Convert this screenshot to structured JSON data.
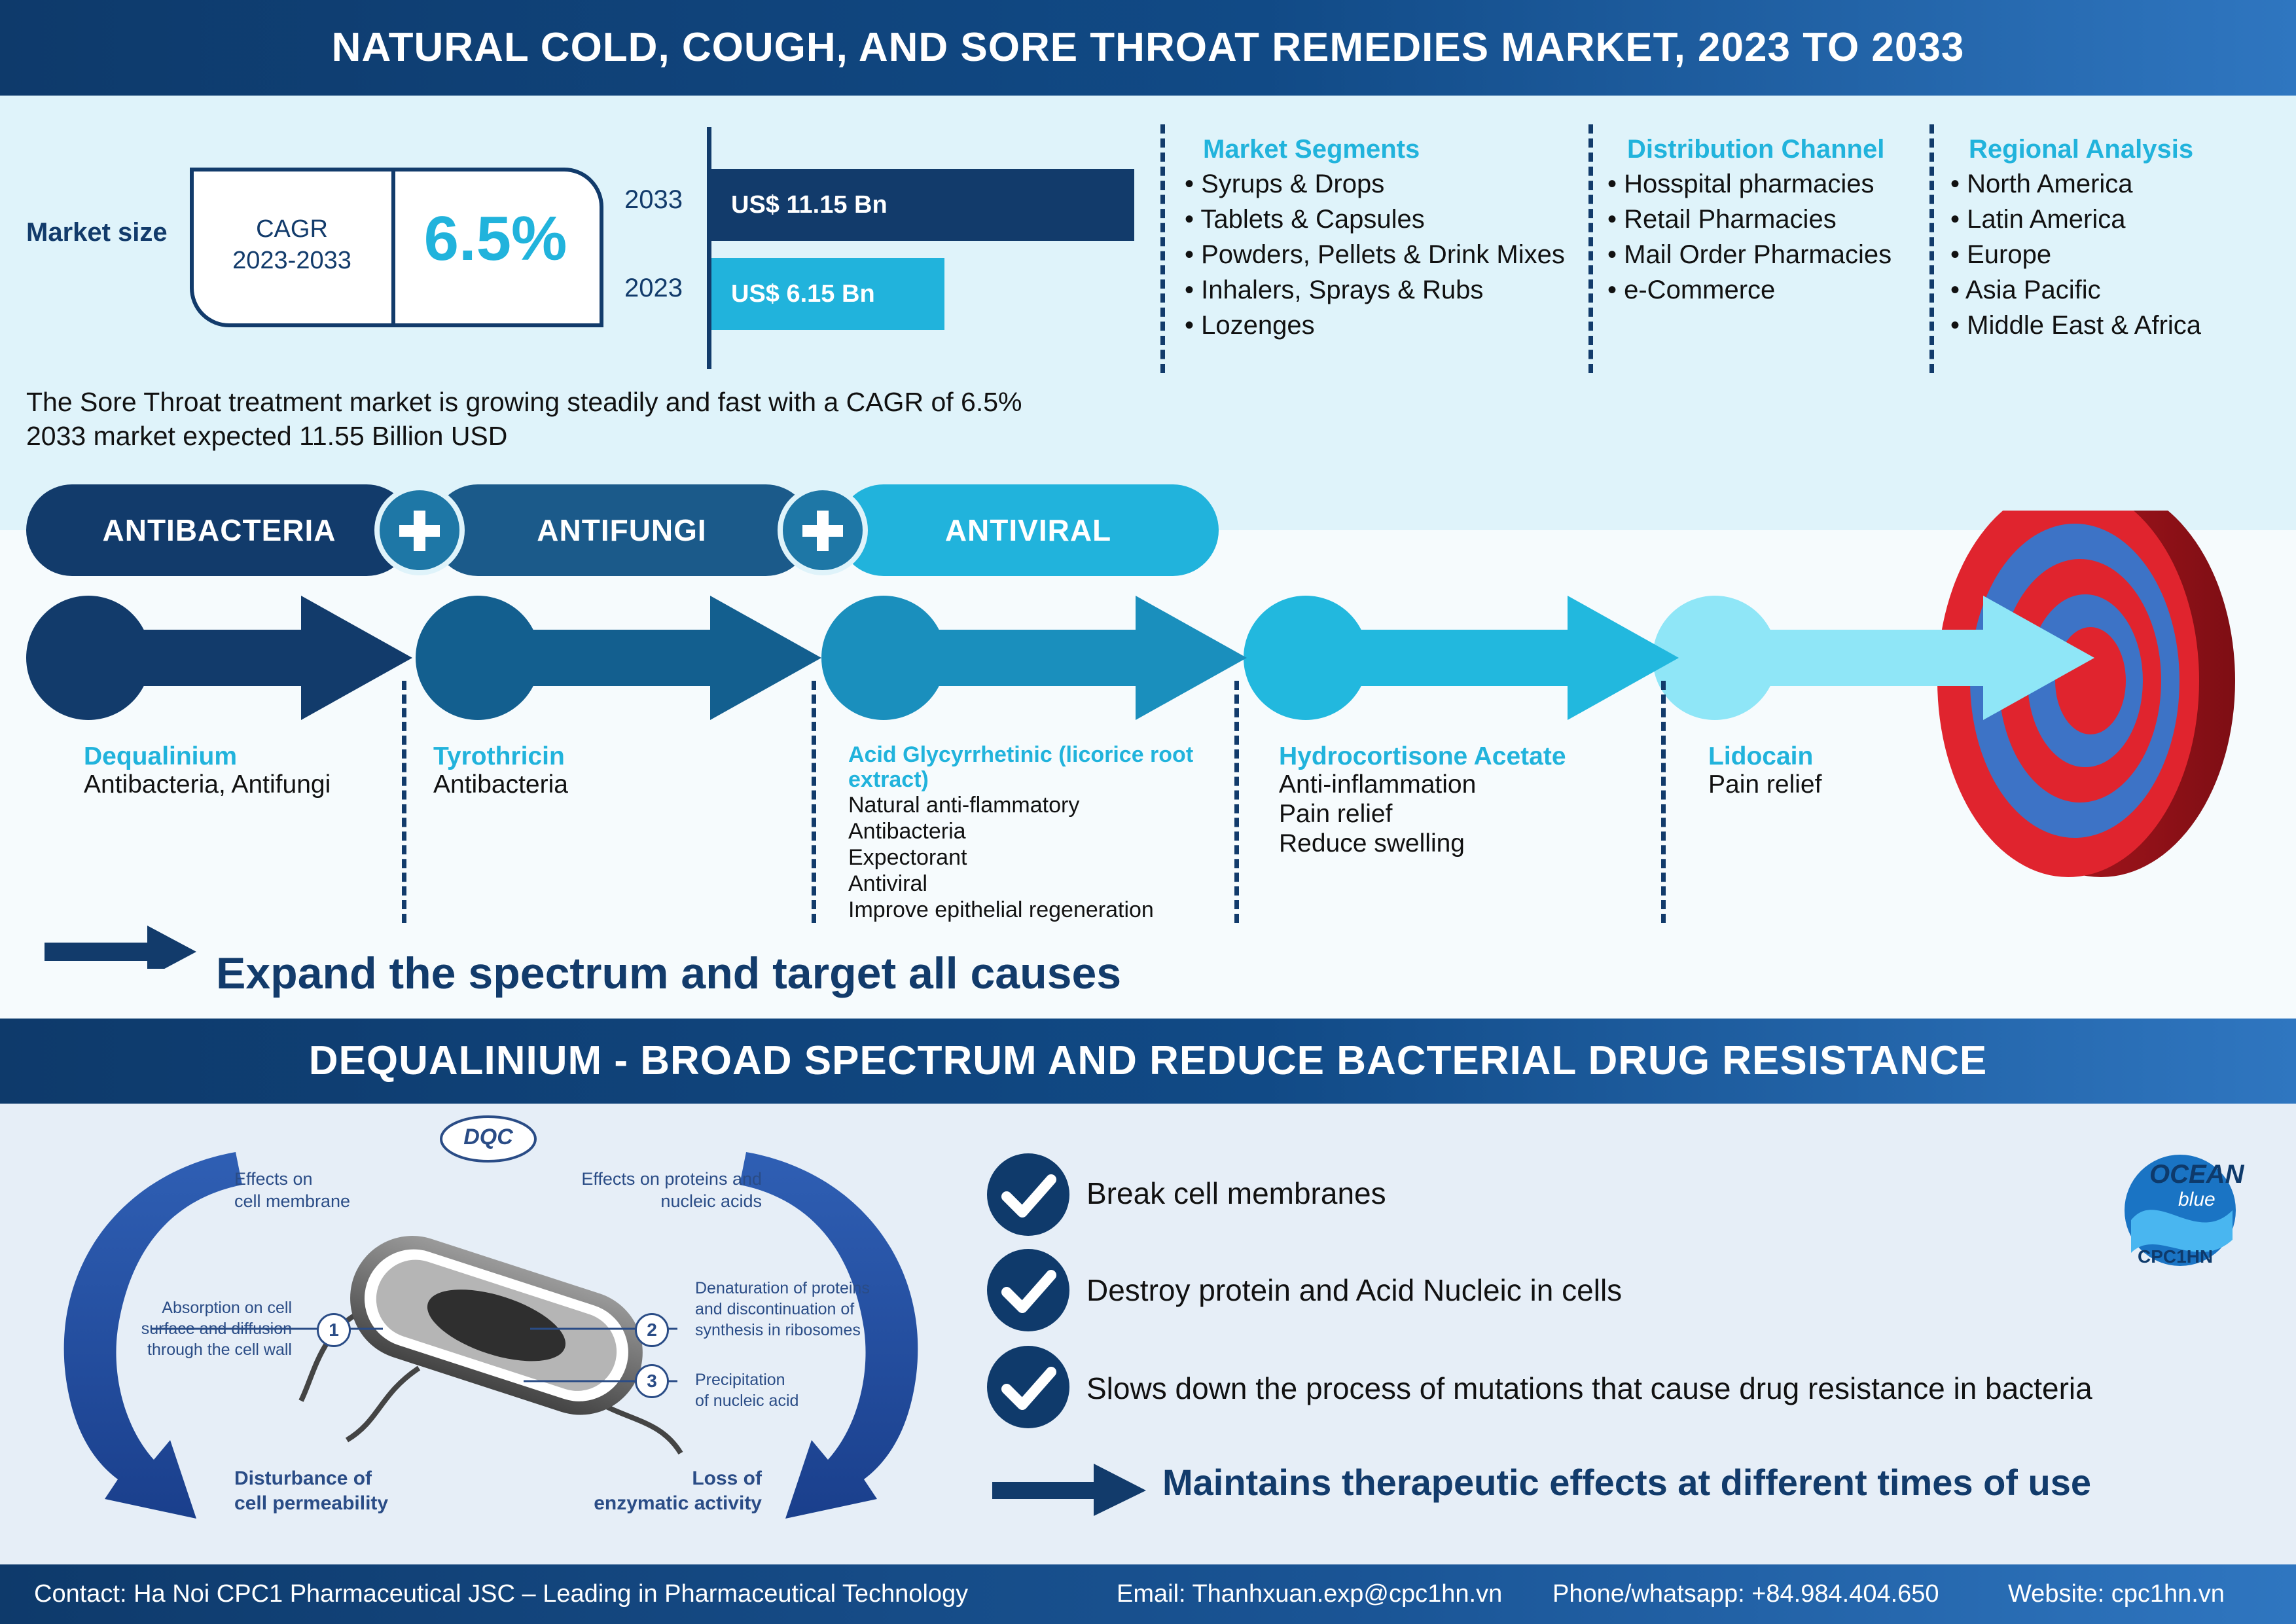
{
  "header": {
    "title": "NATURAL COLD, COUGH, AND SORE THROAT REMEDIES MARKET, 2023 TO 2033"
  },
  "market": {
    "label": "Market size",
    "cagr_label_line1": "CAGR",
    "cagr_label_line2": "2023-2033",
    "cagr_value": "6.5%",
    "bars": [
      {
        "year": "2033",
        "value": "US$ 11.15 Bn",
        "amount": 11.15
      },
      {
        "year": "2023",
        "value": "US$ 6.15 Bn",
        "amount": 6.15
      }
    ]
  },
  "segments": {
    "title": "Market Segments",
    "items": [
      "• Syrups & Drops",
      "• Tablets & Capsules",
      "• Powders, Pellets & Drink Mixes",
      "• Inhalers, Sprays & Rubs",
      "• Lozenges"
    ]
  },
  "distribution": {
    "title": "Distribution Channel",
    "items": [
      "• Hosspital pharmacies",
      "• Retail Pharmacies",
      "• Mail Order Pharmacies",
      "• e-Commerce"
    ]
  },
  "regional": {
    "title": "Regional Analysis",
    "items": [
      "• North America",
      "• Latin America",
      "• Europe",
      "• Asia Pacific",
      "• Middle East & Africa"
    ]
  },
  "description": {
    "line1": "The Sore Throat treatment market is growing steadily and fast with a CAGR of 6.5%",
    "line2": "2033 market expected 11.55 Billion USD"
  },
  "categories": [
    "ANTIBACTERIA",
    "ANTIFUNGI",
    "ANTIVIRAL"
  ],
  "ingredients": [
    {
      "name": "Dequalinium",
      "effects": [
        "Antibacteria, Antifungi"
      ]
    },
    {
      "name": "Tyrothricin",
      "effects": [
        "Antibacteria"
      ]
    },
    {
      "name_line1": "Acid Glycyrrhetinic (licorice root",
      "name_line2": "extract)",
      "effects": [
        "Natural anti-flammatory",
        "Antibacteria",
        "Expectorant",
        "Antiviral",
        "Improve epithelial regeneration"
      ]
    },
    {
      "name": "Hydrocortisone Acetate",
      "effects": [
        "Anti-inflammation",
        "Pain relief",
        "Reduce swelling"
      ]
    },
    {
      "name": "Lidocain",
      "effects": [
        "Pain relief"
      ]
    }
  ],
  "expand_text": "Expand the spectrum and target all causes",
  "section2": {
    "title": "DEQUALINIUM - BROAD SPECTRUM AND REDUCE BACTERIAL DRUG RESISTANCE"
  },
  "diagram": {
    "logo": "DQC",
    "top_left": [
      "Effects on",
      "cell membrane"
    ],
    "top_right": [
      "Effects on proteins and",
      "nucleic acids"
    ],
    "step1": [
      "Absorption on cell",
      "surface and diffusion",
      "through the cell wall"
    ],
    "step2": [
      "Denaturation of proteins",
      "and discontinuation of",
      "synthesis in ribosomes"
    ],
    "step3": [
      "Precipitation",
      "of nucleic acid"
    ],
    "bottom_left": [
      "Disturbance of",
      "cell permeability"
    ],
    "bottom_right": [
      "Loss of",
      "enzymatic activity"
    ],
    "numbers": [
      "1",
      "2",
      "3"
    ]
  },
  "benefits": [
    "Break cell membranes",
    "Destroy protein and Acid Nucleic in cells",
    "Slows down the process of mutations that cause drug resistance in bacteria"
  ],
  "maintain_text": "Maintains therapeutic effects at different times of use",
  "brand": {
    "line1": "OCEAN",
    "line2": "blue",
    "line3": "CPC1HN"
  },
  "footer": {
    "contact": "Contact: Ha Noi CPC1 Pharmaceutical JSC  – Leading in Pharmaceutical Technology",
    "email": "Email: Thanhxuan.exp@cpc1hn.vn",
    "phone": "Phone/whatsapp: +84.984.404.650",
    "website": "Website: cpc1hn.vn"
  },
  "colors": {
    "navy": "#123b6b",
    "cyan": "#21b3dc",
    "light_blue": "#dff3fa",
    "target_red": "#e0242e",
    "target_blue": "#3d73c6"
  }
}
